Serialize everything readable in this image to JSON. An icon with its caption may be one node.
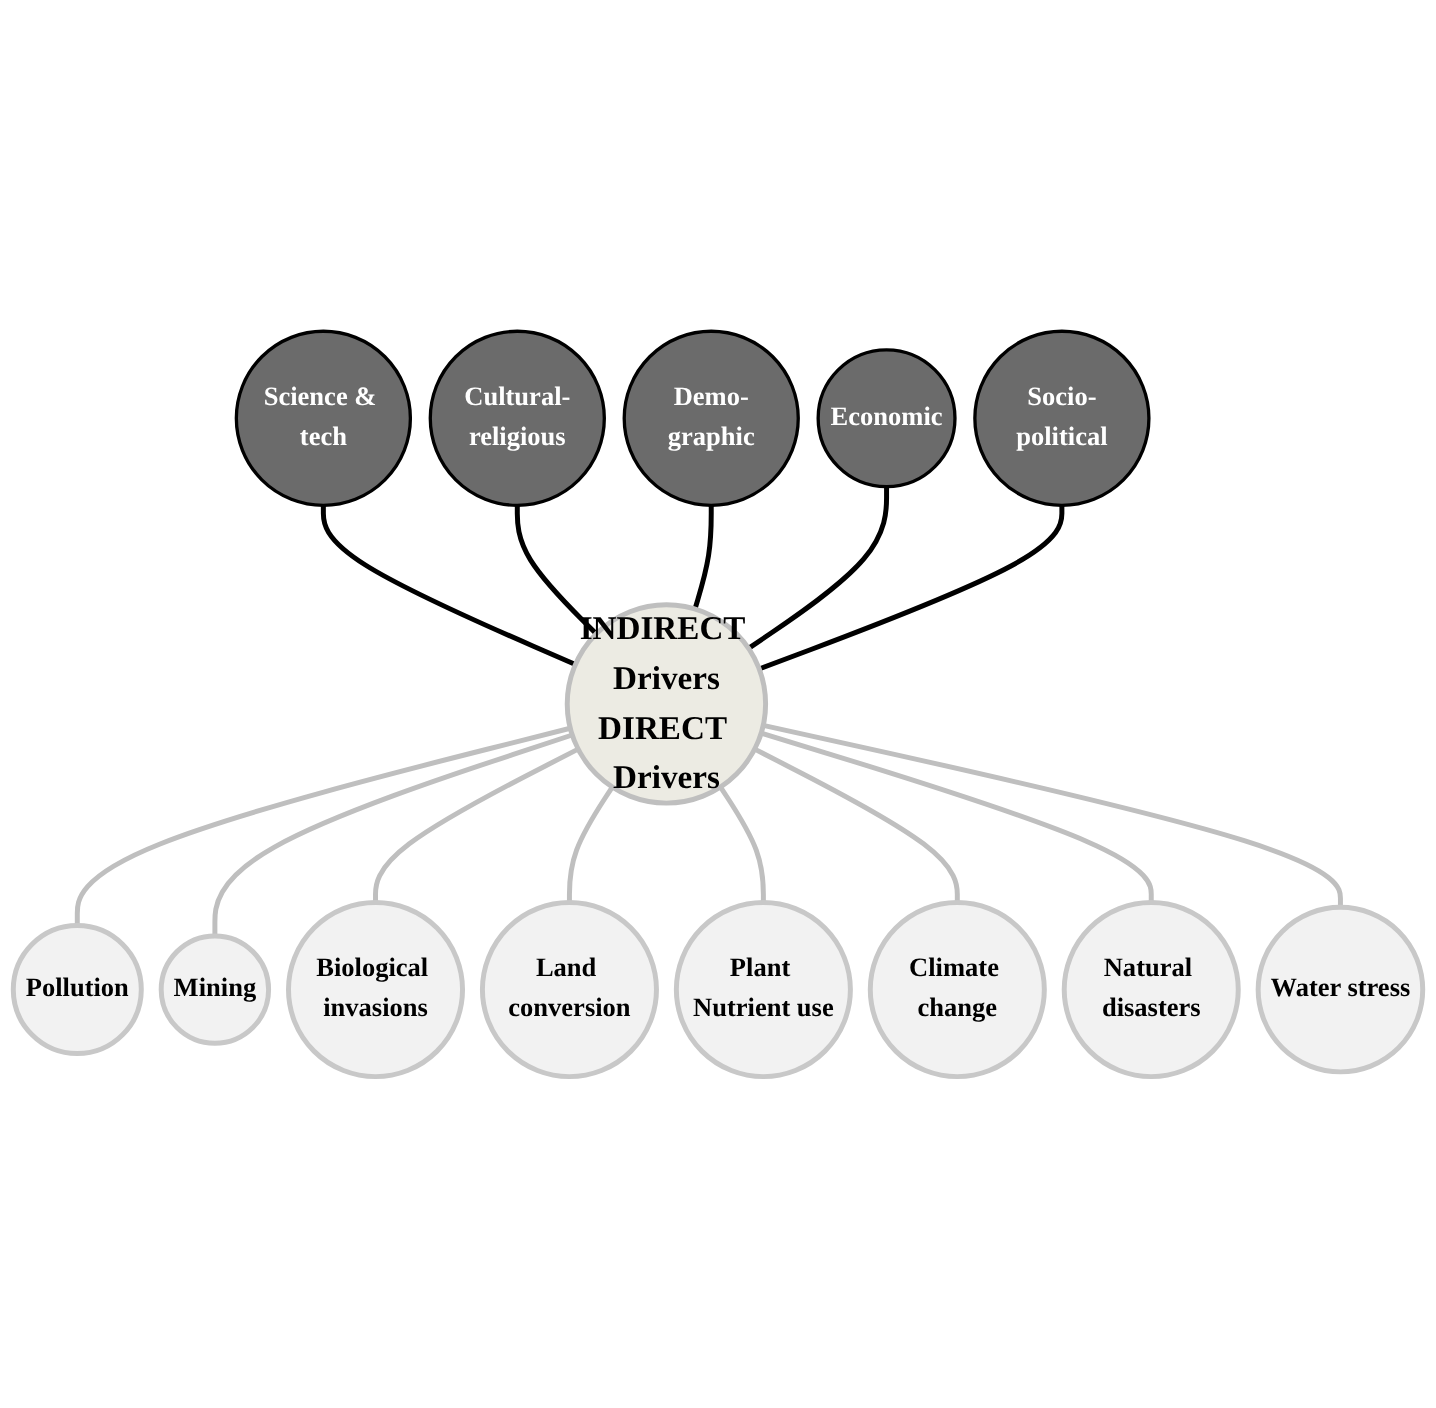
{
  "diagram": {
    "nodes": [
      {
        "text": [
          "INDIRECT Drivers",
          "DIRECT Drivers"
        ]
      },
      {
        "text": [
          "Science & tech"
        ]
      },
      {
        "text": [
          "Cultural-religious"
        ]
      },
      {
        "text": [
          "Demo-graphic"
        ]
      },
      {
        "text": [
          "Economic"
        ]
      },
      {
        "text": [
          "Socio-political"
        ]
      },
      {
        "text": [
          "Pollution"
        ]
      },
      {
        "text": [
          "Mining"
        ]
      },
      {
        "text": [
          "Biological invasions"
        ]
      },
      {
        "text": [
          "Land conversion"
        ]
      },
      {
        "text": [
          "Plant Nutrient use"
        ]
      },
      {
        "text": [
          "Climate change"
        ]
      },
      {
        "text": [
          "Natural disasters"
        ]
      },
      {
        "text": [
          "Water stress"
        ]
      }
    ],
    "edges": [
      {
        "from": 1,
        "to": 0,
        "arrow": "none",
        "color": "#000000"
      },
      {
        "from": 2,
        "to": 0,
        "arrow": "none",
        "color": "#000000"
      },
      {
        "from": 3,
        "to": 0,
        "arrow": "none",
        "color": "#000000"
      },
      {
        "from": 4,
        "to": 0,
        "arrow": "none",
        "color": "#000000"
      },
      {
        "from": 5,
        "to": 0,
        "arrow": "none",
        "color": "#000000"
      },
      {
        "from": 0,
        "to": 6,
        "arrow": "none"
      },
      {
        "from": 0,
        "to": 7,
        "arrow": "none"
      },
      {
        "from": 0,
        "to": 8,
        "arrow": "none"
      },
      {
        "from": 0,
        "to": 9,
        "arrow": "none"
      },
      {
        "from": 0,
        "to": 10,
        "arrow": "none"
      },
      {
        "from": 0,
        "to": 11,
        "arrow": "none"
      },
      {
        "from": 0,
        "to": 12,
        "arrow": "none"
      },
      {
        "from": 0,
        "to": 13,
        "arrow": "none"
      }
    ]
  }
}
